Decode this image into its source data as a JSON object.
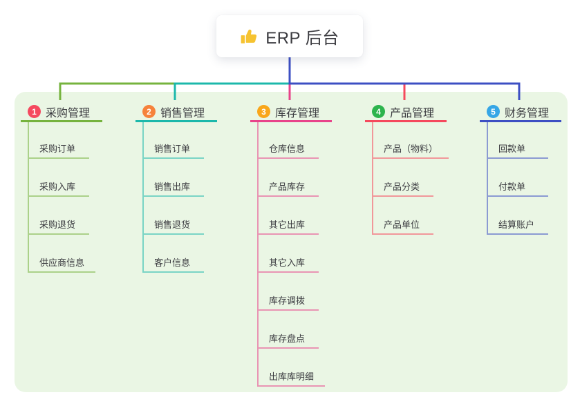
{
  "root": {
    "title": "ERP 后台",
    "icon": "thumbs-up"
  },
  "branches": [
    {
      "index": "1",
      "title": "采购管理",
      "badge_color": "#f5495f",
      "line_color": "#76b33e",
      "items": [
        "采购订单",
        "采购入库",
        "采购退货",
        "供应商信息"
      ]
    },
    {
      "index": "2",
      "title": "销售管理",
      "badge_color": "#f6823b",
      "line_color": "#1cb8ab",
      "items": [
        "销售订单",
        "销售出库",
        "销售退货",
        "客户信息"
      ]
    },
    {
      "index": "3",
      "title": "库存管理",
      "badge_color": "#f9a61a",
      "line_color": "#e8438a",
      "items": [
        "仓库信息",
        "产品库存",
        "其它出库",
        "其它入库",
        "库存调拨",
        "库存盘点",
        "出库库明细"
      ]
    },
    {
      "index": "4",
      "title": "产品管理",
      "badge_color": "#2db44d",
      "line_color": "#f5495d",
      "items": [
        "产品（物料）",
        "产品分类",
        "产品单位"
      ]
    },
    {
      "index": "5",
      "title": "财务管理",
      "badge_color": "#36a6e6",
      "line_color": "#3d4fc3",
      "items": [
        "回款单",
        "付款单",
        "结算账户"
      ]
    }
  ],
  "colors": {
    "canvas_bg": "#ffffff",
    "panel_bg": "#eaf6e4",
    "text": "#3b3b40",
    "root_text": "#3a3a44",
    "thumb_icon": "#f6c331"
  }
}
